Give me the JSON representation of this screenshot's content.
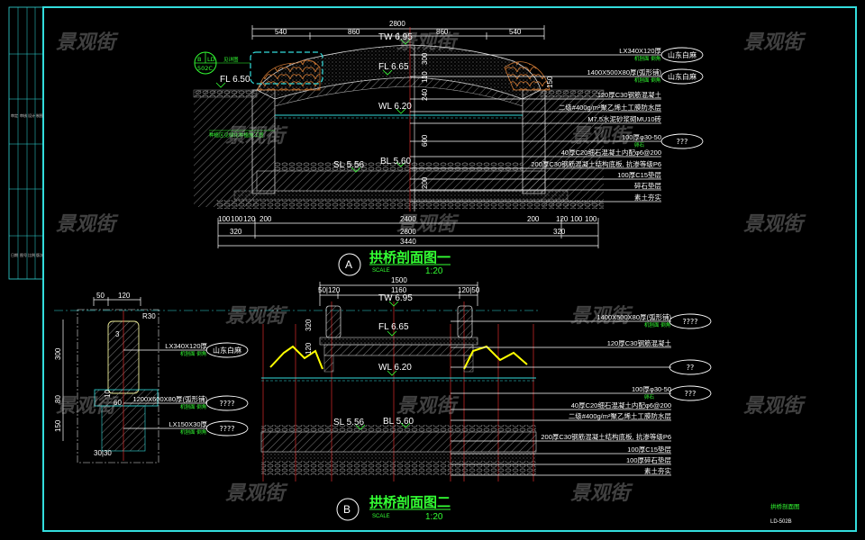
{
  "watermark": "景观街",
  "title_strip": {
    "cells": [
      "审定",
      "审核",
      "设计",
      "制图",
      "日期",
      "图号",
      "比例",
      "版次"
    ]
  },
  "section_a": {
    "marker": "A",
    "title": "拱桥剖面图一",
    "scale_label": "SCALE",
    "scale": "1:20",
    "detail_ref": {
      "top_left": "B",
      "top_right": "LD",
      "bottom": "502C",
      "leader": "见详图"
    },
    "dims_top": {
      "total": "2800",
      "parts": [
        "540",
        "860",
        "860",
        "540"
      ]
    },
    "dims_bottom_1": [
      "100",
      "100",
      "120",
      "200",
      "2400",
      "200",
      "120",
      "100",
      "100"
    ],
    "dims_bottom_2": [
      "320",
      "2800",
      "320"
    ],
    "dims_bottom_3": "3440",
    "dims_vertical": [
      "300",
      "110",
      "240",
      "600",
      "200",
      "150"
    ],
    "levels": {
      "tw": "TW 6.95",
      "fl_top": "FL 6.65",
      "fl_side": "FL 6.50",
      "wl": "WL 6.20",
      "sl": "SL 5.56",
      "bl": "BL 5.60"
    },
    "left_note": "种植区见绿化种植施工图",
    "callouts": [
      {
        "text": "LX340X120厚",
        "sub": "机刨面 倒角",
        "oval": "山东白麻"
      },
      {
        "text": "1400X500X80厚(弧形铺)",
        "sub": "机刨面 倒角",
        "oval": "山东白麻"
      },
      {
        "text": "120厚C30钢筋混凝土",
        "sub": "",
        "oval": ""
      },
      {
        "text": "二级#400g/m²聚乙烯土工膜防水层",
        "sub": "",
        "oval": ""
      },
      {
        "text": "M7.5水泥砂浆砌MU10砖",
        "sub": "",
        "oval": ""
      },
      {
        "text": "100厚φ30-50",
        "sub": "卵石",
        "oval": "???"
      },
      {
        "text": "40厚C20细石混凝土内配φ6@200",
        "sub": "",
        "oval": ""
      },
      {
        "text": "200厚C30钢筋混凝土结构底板, 抗渗等级P6",
        "sub": "",
        "oval": ""
      },
      {
        "text": "100厚C15垫层",
        "sub": "",
        "oval": ""
      },
      {
        "text": "碎石垫层",
        "sub": "",
        "oval": ""
      },
      {
        "text": "素土夯实",
        "sub": "",
        "oval": ""
      }
    ]
  },
  "section_b": {
    "marker": "B",
    "title": "拱桥剖面图二",
    "scale_label": "SCALE",
    "scale": "1:20",
    "dims_top": {
      "total": "1500",
      "left": "50|120",
      "middle": "1160",
      "right": "120|50"
    },
    "dims_vertical": [
      "320",
      "120"
    ],
    "levels": {
      "tw": "TW 6.95",
      "fl": "FL 6.65",
      "wl": "WL 6.20",
      "sl": "SL 5.56",
      "bl": "BL 5.60"
    },
    "callouts": [
      {
        "text": "1400X500X80厚(弧形铺)",
        "sub": "机刨面 倒角",
        "oval": "????"
      },
      {
        "text": "120厚C30钢筋混凝土",
        "sub": "",
        "oval": ""
      },
      {
        "text": "",
        "sub": "",
        "oval": "??"
      },
      {
        "text": "100厚φ30-50",
        "sub": "卵石",
        "oval": "???"
      },
      {
        "text": "40厚C20细石混凝土内配φ6@200",
        "sub": "",
        "oval": ""
      },
      {
        "text": "二级#400g/m²聚乙烯土工膜防水层",
        "sub": "",
        "oval": ""
      },
      {
        "text": "200厚C30钢筋混凝土结构底板, 抗渗等级P6",
        "sub": "",
        "oval": ""
      },
      {
        "text": "100厚C15垫层",
        "sub": "",
        "oval": ""
      },
      {
        "text": "100厚碎石垫层",
        "sub": "",
        "oval": ""
      },
      {
        "text": "素土夯实",
        "sub": "",
        "oval": ""
      }
    ]
  },
  "detail": {
    "dims_top": [
      "50",
      "120"
    ],
    "radius": "R30",
    "small": "3",
    "dims_left": [
      "300",
      "80",
      "150"
    ],
    "dims_inner": [
      "10",
      "60"
    ],
    "dims_bottom": "30|30",
    "callouts": [
      {
        "text": "LX340X120厚",
        "sub": "机刨面 倒角",
        "oval": "山东白麻"
      },
      {
        "text": "1200X600X80厚(弧形铺)",
        "sub": "机刨面 倒角",
        "oval": "????"
      },
      {
        "text": "LX150X30厚",
        "sub": "机刨面 倒角",
        "oval": "????"
      }
    ]
  },
  "sheet": {
    "name": "拱桥剖面图",
    "number": "LD-502B"
  },
  "colors": {
    "frame": "#33dddd",
    "text": "#ffffff",
    "annotation": "#33ff33",
    "red": "#ff3333",
    "hatch": "#bbbbbb"
  }
}
